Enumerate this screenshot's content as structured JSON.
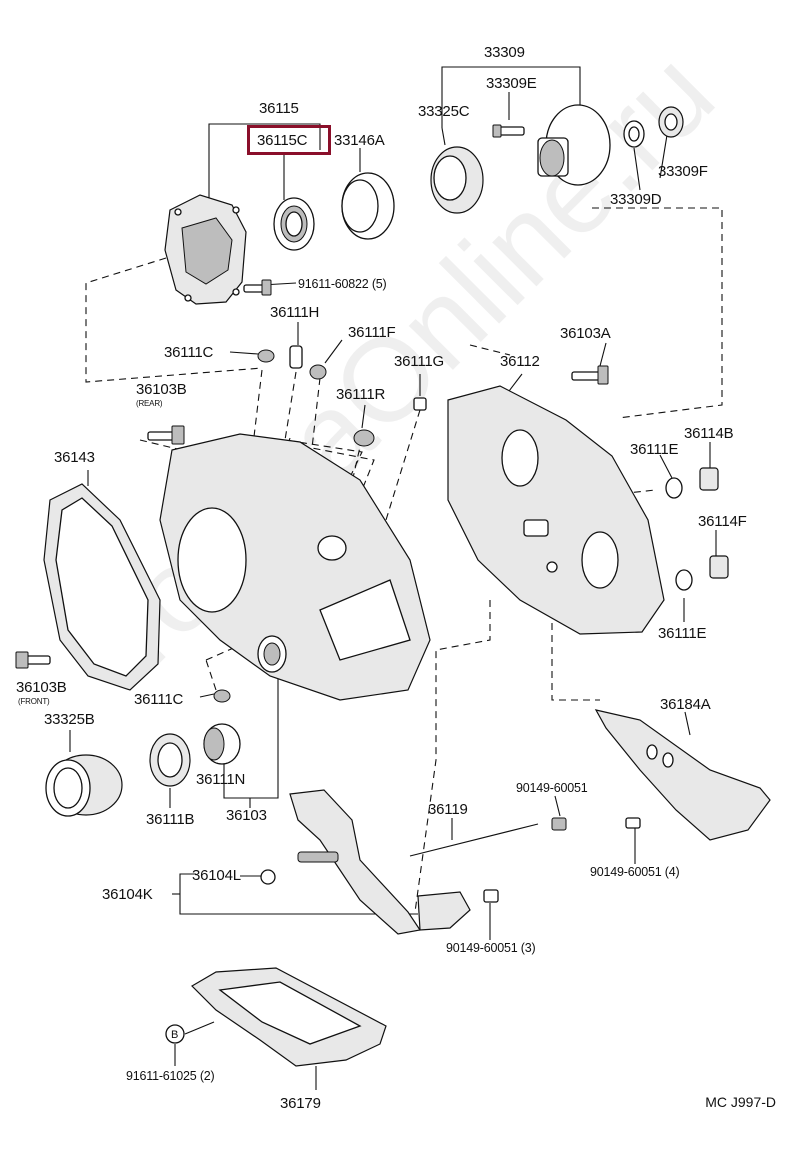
{
  "diagram": {
    "labels": {
      "p36115": "36115",
      "p36115C": "36115C",
      "p33146A": "33146A",
      "p33309": "33309",
      "p33309E": "33309E",
      "p33325C": "33325C",
      "p33309F": "33309F",
      "p33309D": "33309D",
      "p91611_60822": "91611-60822 (5)",
      "p36111H": "36111H",
      "p36111F": "36111F",
      "p36111C_top": "36111C",
      "p36103A": "36103A",
      "p36111G": "36111G",
      "p36112": "36112",
      "p36103B_rear": "36103B",
      "rear_note": "(REAR)",
      "p36111R": "36111R",
      "p36114B": "36114B",
      "p36111E_top": "36111E",
      "p36143": "36143",
      "p36114F": "36114F",
      "p36111E_bottom": "36111E",
      "p36103B_front": "36103B",
      "front_note": "(FRONT)",
      "p36111C_bottom": "36111C",
      "p36184A": "36184A",
      "p33325B": "33325B",
      "p36111N": "36111N",
      "p90149_60051": "90149-60051",
      "p36119": "36119",
      "p36111B": "36111B",
      "p36103": "36103",
      "p90149_60051_4": "90149-60051 (4)",
      "p36104L": "36104L",
      "p36104K": "36104K",
      "p90149_60051_3": "90149-60051 (3)",
      "bolt_marker": "B",
      "p91611_61025": "91611-61025 (2)",
      "p36179": "36179"
    },
    "highlighted_part": "36115C",
    "highlight_color": "#8a0f2a",
    "diagram_code": "MC J997-D",
    "watermark": "ToyotaOnline.ru"
  }
}
